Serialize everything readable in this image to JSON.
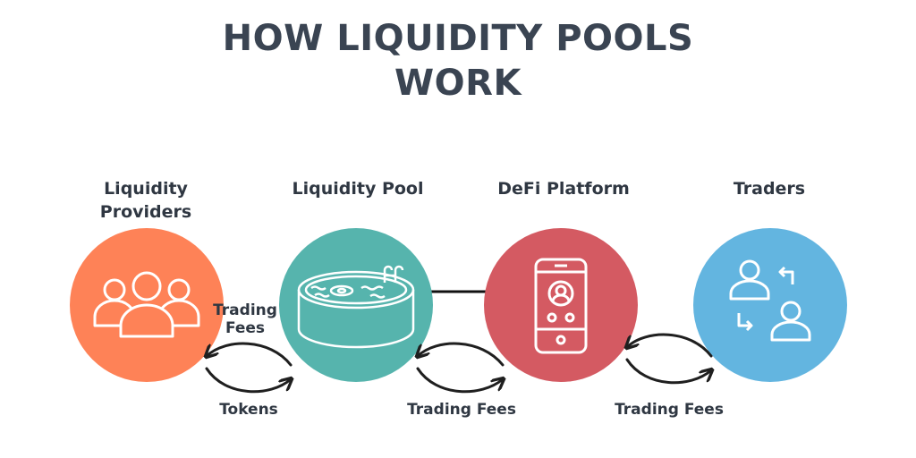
{
  "title": {
    "line1": "HOW LIQUIDITY POOLS",
    "line2": "WORK"
  },
  "nodes": {
    "providers": {
      "line1": "Liquidity",
      "line2": "Providers",
      "color": "#fe8257",
      "icon": "group-icon"
    },
    "pool": {
      "label": "Liquidity Pool",
      "color": "#56b4ad",
      "icon": "pool-icon"
    },
    "platform": {
      "label": "DeFi Platform",
      "color": "#d45a62",
      "icon": "smartphone-icon"
    },
    "traders": {
      "label": "Traders",
      "color": "#63b5e0",
      "icon": "exchange-users-icon"
    }
  },
  "flows": {
    "providers_pool_top": {
      "line1": "Trading",
      "line2": "Fees"
    },
    "providers_pool_bottom": "Tokens",
    "pool_platform": "Trading Fees",
    "platform_traders": "Trading Fees"
  }
}
